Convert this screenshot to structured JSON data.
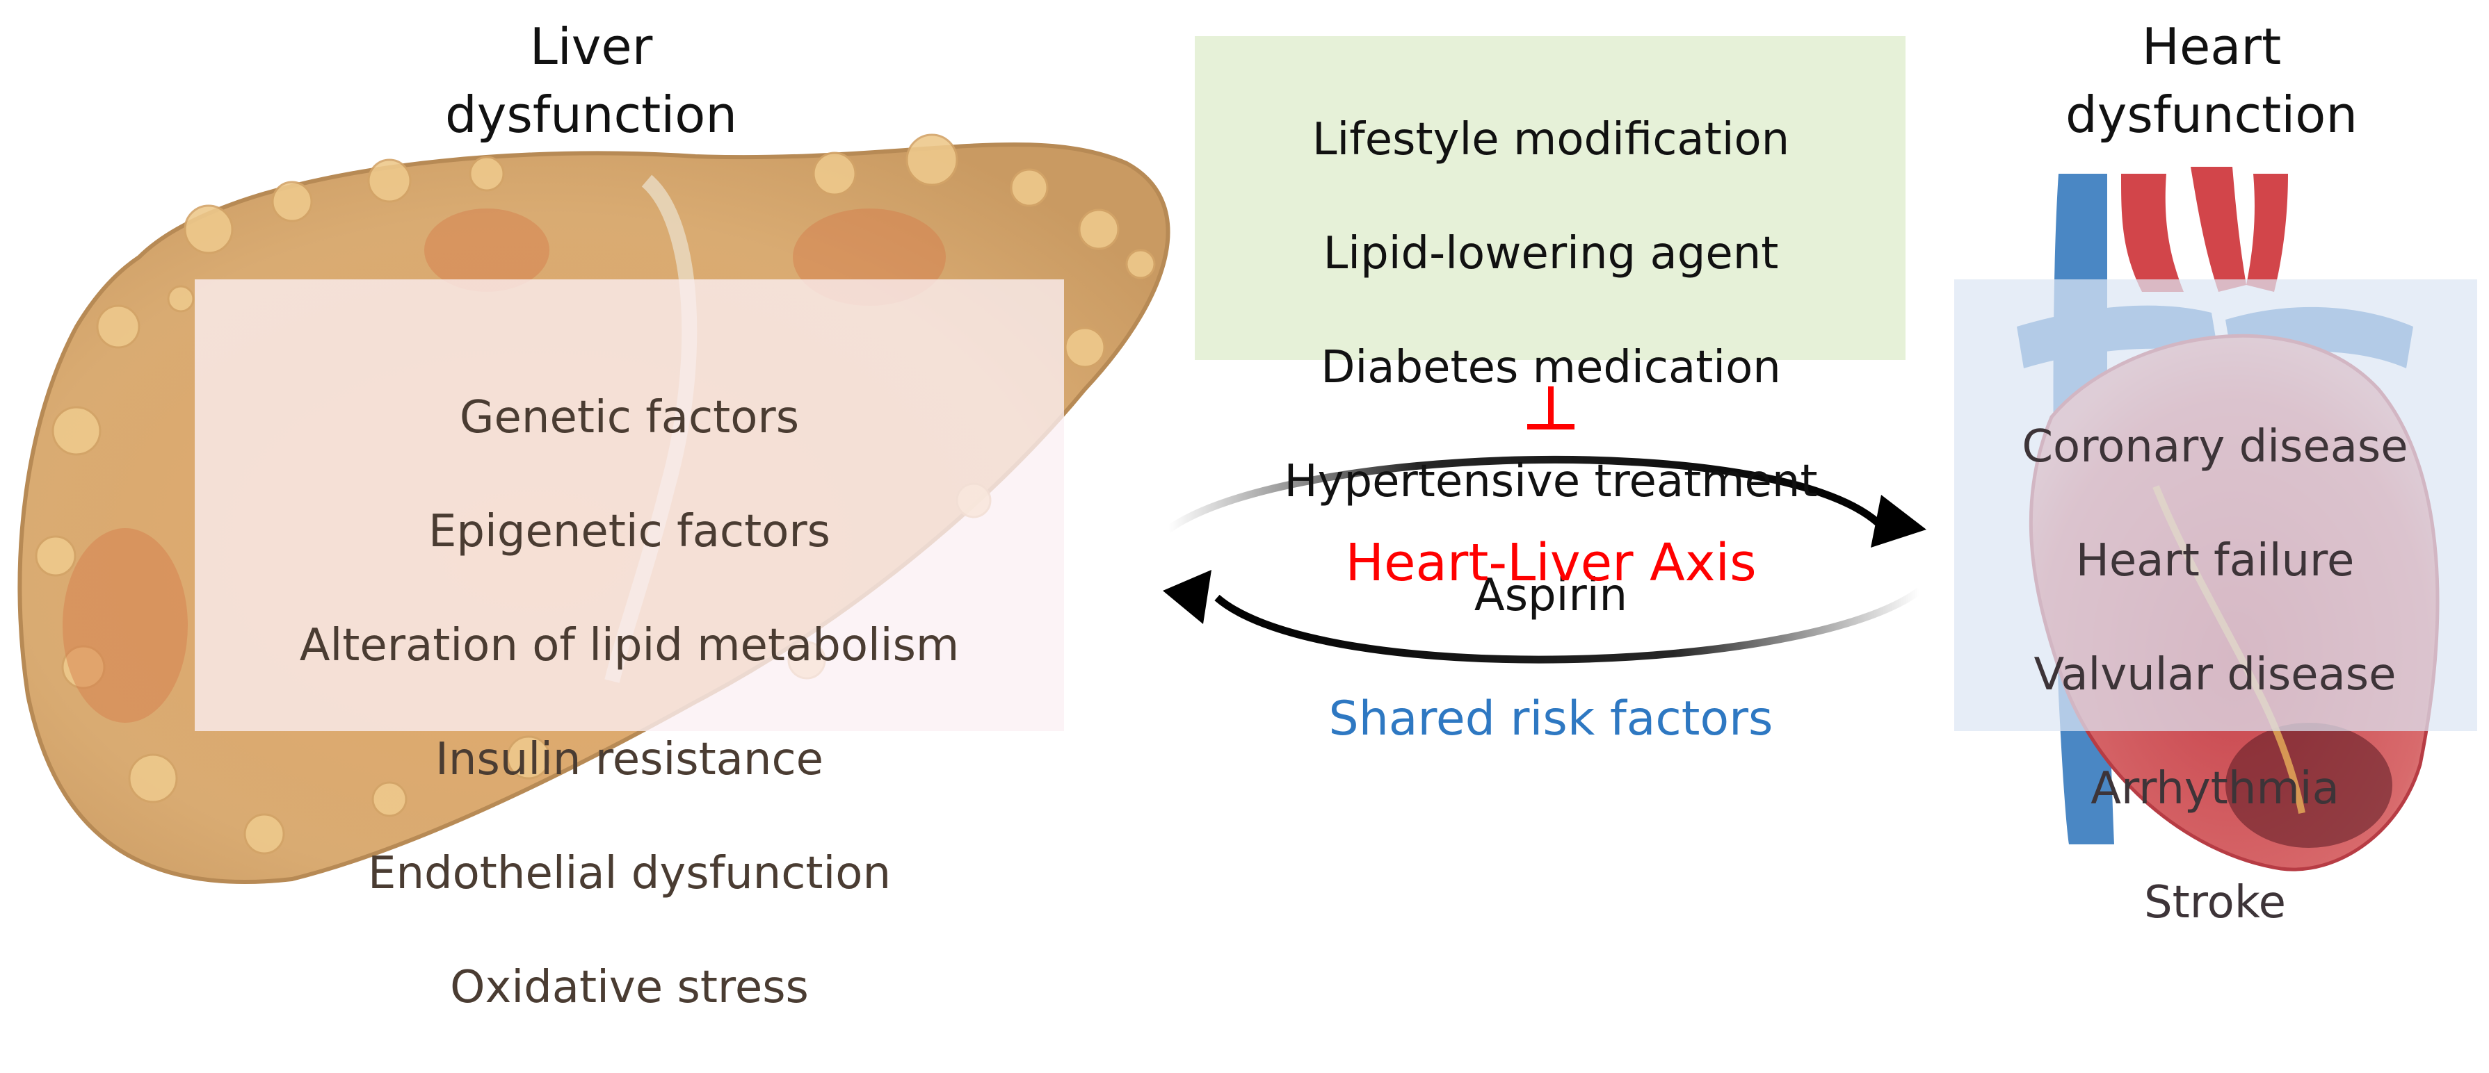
{
  "liver_title": "Liver\ndysfunction",
  "heart_title": "Heart\ndysfunction",
  "treatments": [
    "Lifestyle modification",
    "Lipid-lowering agent",
    "Diabetes medication",
    "Hypertensive treatment",
    "Aspirin"
  ],
  "liver_factors": [
    "Genetic factors",
    "Epigenetic factors",
    "Alteration of lipid metabolism",
    "Insulin resistance",
    "Endothelial dysfunction",
    "Oxidative stress"
  ],
  "heart_conditions": [
    "Coronary disease",
    "Heart failure",
    "Valvular disease",
    "Arrhythmia",
    "Stroke"
  ],
  "axis_label": "Heart-Liver Axis",
  "shared_label": "Shared risk factors",
  "colors": {
    "axis": "#ff0000",
    "inhibit": "#ff0000",
    "shared": "#2e78c2",
    "treatment_box": "#e6f1d8",
    "liver_box": "#fbf0f4",
    "heart_box": "#dde6f4"
  },
  "icons": {
    "liver": "liver-illustration",
    "heart": "heart-illustration",
    "inhibit": "inhibition-t-bar",
    "arrows": "bidirectional-arrows"
  }
}
